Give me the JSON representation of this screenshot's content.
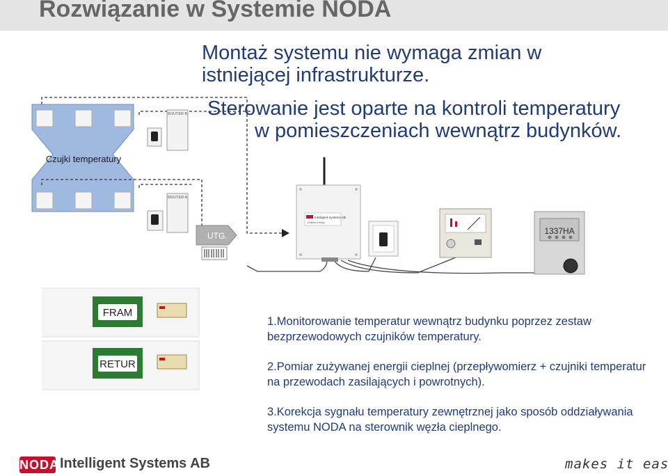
{
  "title": "Rozwiązanie w Systemie NODA",
  "intro": {
    "line1": "Montaż systemu nie wymaga zmian w",
    "line2": "istniejącej infrastrukturze.",
    "line3": "Sterowanie jest oparte na kontroli temperatury",
    "line4": "w pomieszczeniach wewnątrz budynków."
  },
  "diagram": {
    "sensors_label": "Czujki temperatury",
    "router_b_label": "ROUTER B",
    "router_a_label": "ROUTER A",
    "utg_label": "UTG.",
    "gateway_brand": "Intelligent Systems AB",
    "gateway_slogan": "makes it easy",
    "display_readout": "1337HA",
    "fram_label": "FRAM",
    "retur_label": "RETUR",
    "accent_color": "#c8102e",
    "panel_color": "#9fb9e0"
  },
  "points": [
    "1.Monitorowanie temperatur wewnątrz budynku poprzez zestaw bezprzewodowych czujników temperatury.",
    "2.Pomiar zużywanej energii cieplnej (przepływomierz + czujniki temperatur na przewodach zasilających i powrotnych).",
    "3.Korekcja sygnału temperatury zewnętrznej jako sposób oddziaływania systemu NODA na sterownik węzła cieplnego."
  ],
  "footer": {
    "logo": "NODA",
    "company": "Intelligent Systems AB",
    "slogan": "makes it easy"
  }
}
